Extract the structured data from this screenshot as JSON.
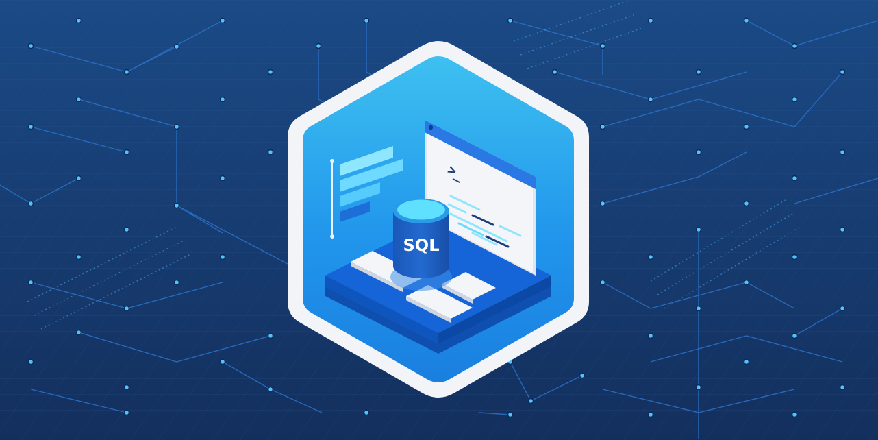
{
  "badge": {
    "database_label": "SQL",
    "terminal_prompt": ">_"
  },
  "colors": {
    "background_top": "#1b4a86",
    "background_bottom": "#132f5d",
    "circuit_line": "#2a6fc4",
    "node": "#4fc3ff",
    "hexagon_border": "#f2f4f7",
    "hexagon_fill_top": "#3ec0f0",
    "hexagon_fill_bottom": "#1a7fe0",
    "platform": "#1565d8",
    "database_body": "#1f5fc0",
    "database_top": "#5fe0ff",
    "window_panel": "#f3f5f8",
    "window_header": "#2a78e4"
  },
  "icons": [
    "circuit-board-pattern",
    "hexagon-badge",
    "sql-database-icon",
    "terminal-window-icon",
    "form-panel-icon",
    "keyboard-tiles-icon"
  ]
}
